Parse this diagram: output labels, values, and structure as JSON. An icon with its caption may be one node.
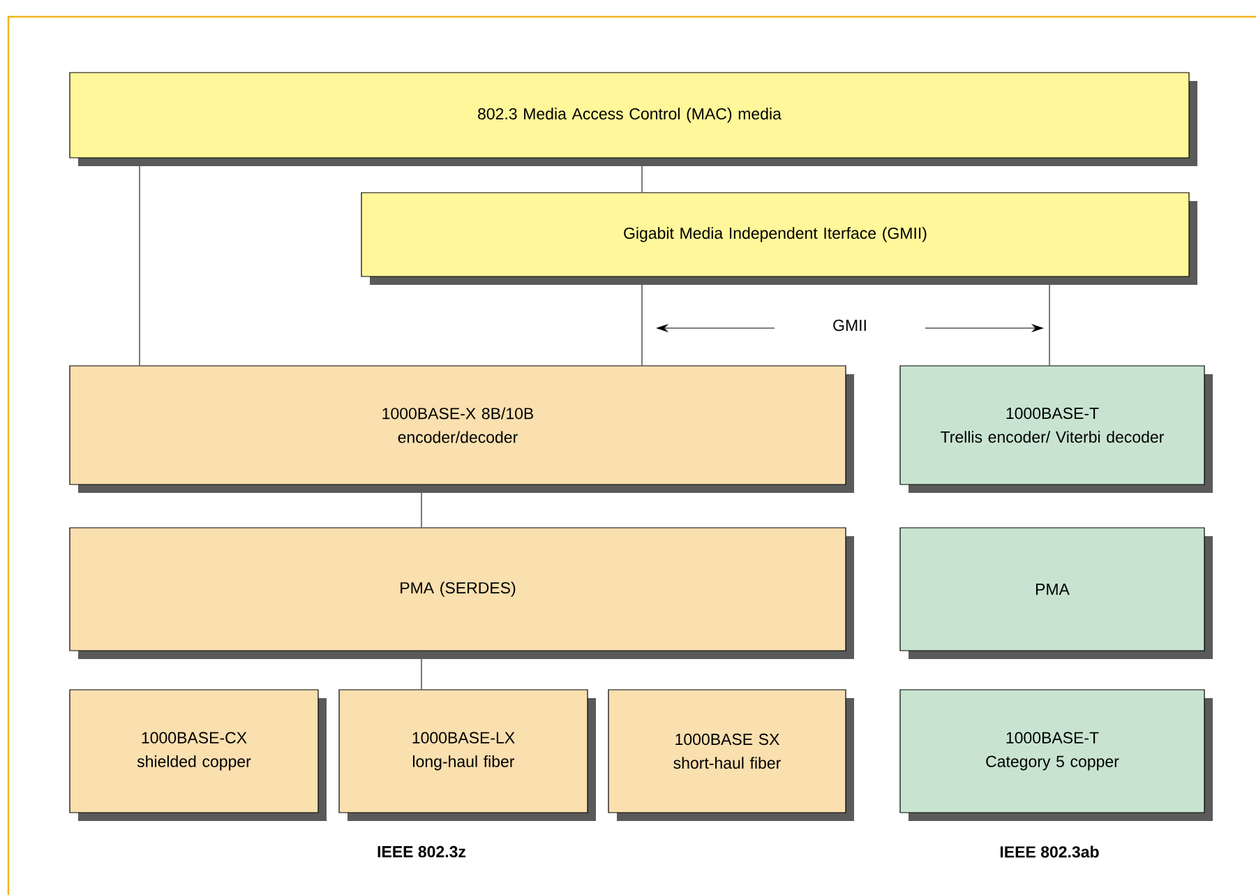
{
  "diagram": {
    "nodes": [
      {
        "text": [
          "802.3 Media Access Control (MAC) media"
        ]
      },
      {
        "text": [
          "Gigabit Media Independent Iterface (GMII)"
        ]
      },
      {
        "text": [
          "1000BASE-X 8B/10B",
          "encoder/decoder"
        ]
      },
      {
        "text": [
          "1000BASE-T",
          "Trellis encoder/ Viterbi decoder"
        ]
      },
      {
        "text": [
          "PMA (SERDES)"
        ]
      },
      {
        "text": [
          "PMA"
        ]
      },
      {
        "text": [
          "1000BASE-CX",
          "shielded copper"
        ]
      },
      {
        "text": [
          "1000BASE-LX",
          "long-haul fiber"
        ]
      },
      {
        "text": [
          "1000BASE SX",
          "short-haul fiber"
        ]
      },
      {
        "text": [
          "1000BASE-T",
          "Category 5 copper"
        ]
      }
    ],
    "edges": [
      {
        "from": 0,
        "to": 2,
        "arrow": "none"
      },
      {
        "from": 0,
        "to": 1,
        "arrow": "none"
      },
      {
        "from": 1,
        "to": 2,
        "arrow": "none"
      },
      {
        "from": 1,
        "to": 3,
        "arrow": "none"
      },
      {
        "from": 2,
        "to": 4,
        "arrow": "none"
      },
      {
        "from": 4,
        "to": 7,
        "arrow": "none"
      }
    ],
    "labels": [
      "GMII",
      "IEEE 802.3z",
      "IEEE 802.3ab"
    ]
  }
}
